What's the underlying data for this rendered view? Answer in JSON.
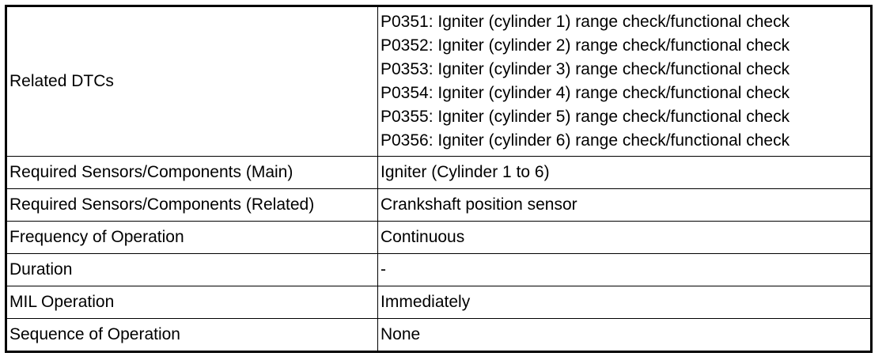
{
  "rows": [
    {
      "label": "Related DTCs",
      "values": [
        "P0351: Igniter (cylinder 1) range check/functional check",
        "P0352: Igniter (cylinder 2) range check/functional check",
        "P0353: Igniter (cylinder 3) range check/functional check",
        "P0354: Igniter (cylinder 4) range check/functional check",
        "P0355: Igniter (cylinder 5) range check/functional check",
        "P0356: Igniter (cylinder 6) range check/functional check"
      ]
    },
    {
      "label": "Required Sensors/Components (Main)",
      "value": "Igniter (Cylinder 1 to 6)"
    },
    {
      "label": "Required Sensors/Components (Related)",
      "value": "Crankshaft position sensor"
    },
    {
      "label": "Frequency of Operation",
      "value": "Continuous"
    },
    {
      "label": "Duration",
      "value": "-"
    },
    {
      "label": "MIL Operation",
      "value": "Immediately"
    },
    {
      "label": "Sequence of Operation",
      "value": "None"
    }
  ]
}
